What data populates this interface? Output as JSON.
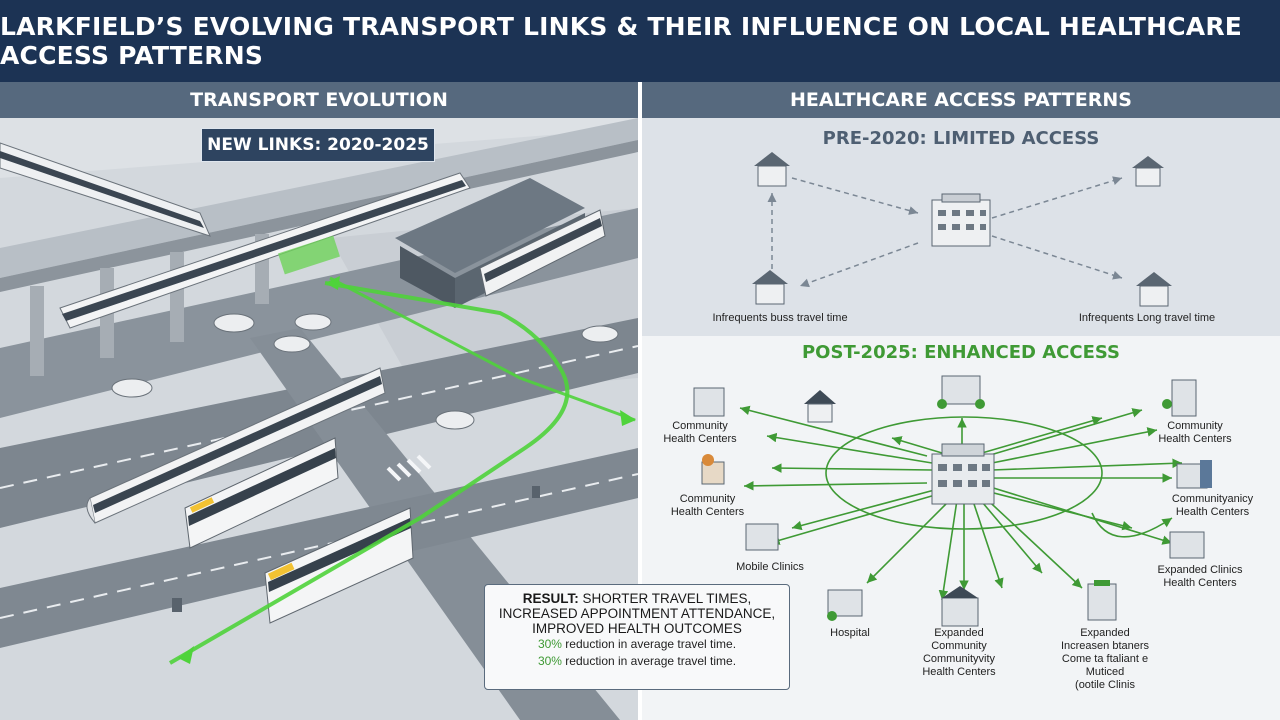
{
  "title": "LARKFIELD’S EVOLVING TRANSPORT LINKS & THEIR INFLUENCE ON LOCAL HEALTHCARE ACCESS PATTERNS",
  "left_panel": {
    "header": "TRANSPORT EVOLUTION",
    "badge": "NEW LINKS: 2020-2025"
  },
  "right_panel": {
    "header": "HEALTHCARE ACCESS PATTERNS",
    "pre": {
      "title": "PRE-2020: LIMITED ACCESS",
      "label_left": "Infrequents buss travel time",
      "label_right": "Infrequents Long travel time"
    },
    "post": {
      "title": "POST-2025: ENHANCED ACCESS",
      "labels": {
        "chc_top_left": "Community\nHealth Centers",
        "chc_top_right": "Community\nHealth Centers",
        "chc_mid_left": "Community\nHealth Centers",
        "chc_mid_right": "Communityanicy\nHealth Centers",
        "mobile_clinics": "Mobile Clinics",
        "expanded_clinics": "Expanded Clinics\nHealth Centers",
        "hospital": "Hospital",
        "expanded_community": "Expanded\nCommunity\nCommunityvity\nHealth Centers",
        "expanded_bottom_right": "Expanded\nIncreasen btaners\nCome ta ftaliant e\nMuticed\n(ootile Clinis"
      }
    }
  },
  "result": {
    "prefix": "RESULT:",
    "line1": " SHORTER TRAVEL TIMES,",
    "line2": "INCREASED APPOINTMENT ATTENDANCE,",
    "line3": "IMPROVED HEALTH OUTCOMES",
    "stat1_pct": "30%",
    "stat1_text": " reduction in average travel time.",
    "stat2_pct": "30%",
    "stat2_text": " reduction in average travel time."
  },
  "colors": {
    "title_bg": "#1c3354",
    "header_bg": "#56697e",
    "accent_green": "#3f9a35",
    "arrow_grey": "#7b8794"
  }
}
